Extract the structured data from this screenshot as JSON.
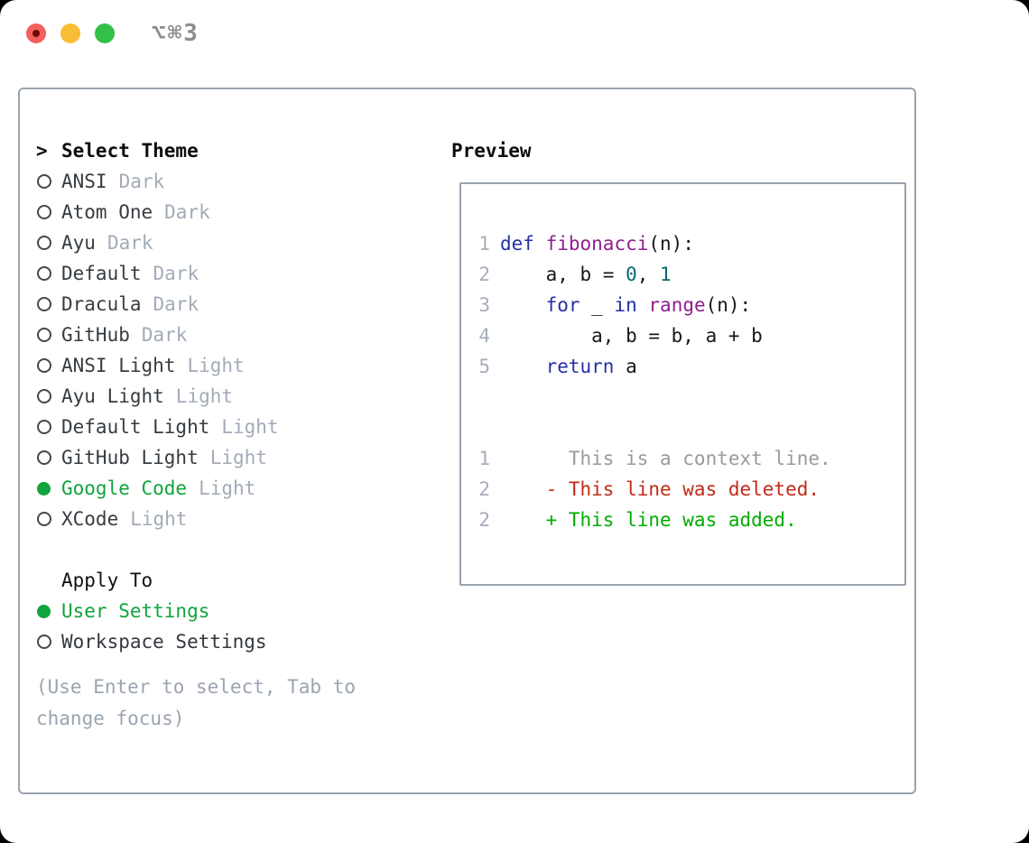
{
  "window": {
    "title": "⌥⌘3",
    "traffic_lights": [
      {
        "name": "close-button",
        "color": "#f4605d"
      },
      {
        "name": "minimize-button",
        "color": "#f9bc35"
      },
      {
        "name": "zoom-button",
        "color": "#33c048"
      }
    ]
  },
  "colors": {
    "panel_border": "#9aa3ae",
    "selected_green": "#10a43c",
    "name_text": "#373c41",
    "variant_gray": "#a2abb8",
    "line_number": "#a6aebb",
    "hint_gray": "#9aa4b1",
    "keyword_blue": "#2430a6",
    "function_purple": "#8e1f90",
    "number_teal": "#07686d",
    "plain_code": "#17181a",
    "context_gray": "#9a9a9a",
    "deleted_red": "#c12b17",
    "added_green": "#00ac00"
  },
  "theme_list": {
    "header": {
      "prefix": ">",
      "label": "Select Theme"
    },
    "items": [
      {
        "name": "ANSI",
        "variant": "Dark",
        "selected": false
      },
      {
        "name": "Atom One",
        "variant": "Dark",
        "selected": false
      },
      {
        "name": "Ayu",
        "variant": "Dark",
        "selected": false
      },
      {
        "name": "Default",
        "variant": "Dark",
        "selected": false
      },
      {
        "name": "Dracula",
        "variant": "Dark",
        "selected": false
      },
      {
        "name": "GitHub",
        "variant": "Dark",
        "selected": false
      },
      {
        "name": "ANSI Light",
        "variant": "Light",
        "selected": false
      },
      {
        "name": "Ayu Light",
        "variant": "Light",
        "selected": false
      },
      {
        "name": "Default Light",
        "variant": "Light",
        "selected": false
      },
      {
        "name": "GitHub Light",
        "variant": "Light",
        "selected": false
      },
      {
        "name": "Google Code",
        "variant": "Light",
        "selected": true
      },
      {
        "name": "XCode",
        "variant": "Light",
        "selected": false
      }
    ]
  },
  "apply_to": {
    "header": "Apply To",
    "options": [
      {
        "label": "User Settings",
        "selected": true
      },
      {
        "label": "Workspace Settings",
        "selected": false
      }
    ]
  },
  "hint": "(Use Enter to select, Tab to change focus)",
  "preview": {
    "label": "Preview",
    "lines": [
      {
        "num": "1",
        "segments": [
          {
            "t": "def",
            "c": "kw"
          },
          {
            "t": " ",
            "c": "pl"
          },
          {
            "t": "fibonacci",
            "c": "fn"
          },
          {
            "t": "(n):",
            "c": "pl"
          }
        ]
      },
      {
        "num": "2",
        "segments": [
          {
            "t": "    a, b = ",
            "c": "pl"
          },
          {
            "t": "0",
            "c": "num"
          },
          {
            "t": ", ",
            "c": "pl"
          },
          {
            "t": "1",
            "c": "num"
          }
        ]
      },
      {
        "num": "3",
        "segments": [
          {
            "t": "    ",
            "c": "pl"
          },
          {
            "t": "for",
            "c": "kw"
          },
          {
            "t": " _ ",
            "c": "pl"
          },
          {
            "t": "in",
            "c": "kw"
          },
          {
            "t": " ",
            "c": "pl"
          },
          {
            "t": "range",
            "c": "fn"
          },
          {
            "t": "(n):",
            "c": "pl"
          }
        ]
      },
      {
        "num": "4",
        "segments": [
          {
            "t": "        a, b = b, a + b",
            "c": "pl"
          }
        ]
      },
      {
        "num": "5",
        "segments": [
          {
            "t": "    ",
            "c": "pl"
          },
          {
            "t": "return",
            "c": "kw"
          },
          {
            "t": " a",
            "c": "pl"
          }
        ]
      },
      {
        "num": "",
        "segments": []
      },
      {
        "num": "",
        "segments": []
      },
      {
        "num": "1",
        "segments": [
          {
            "t": "      This is a context line.",
            "c": "ctx"
          }
        ]
      },
      {
        "num": "2",
        "segments": [
          {
            "t": "    - This line was deleted.",
            "c": "del"
          }
        ]
      },
      {
        "num": "2",
        "segments": [
          {
            "t": "    + This line was added.",
            "c": "add"
          }
        ]
      }
    ]
  }
}
